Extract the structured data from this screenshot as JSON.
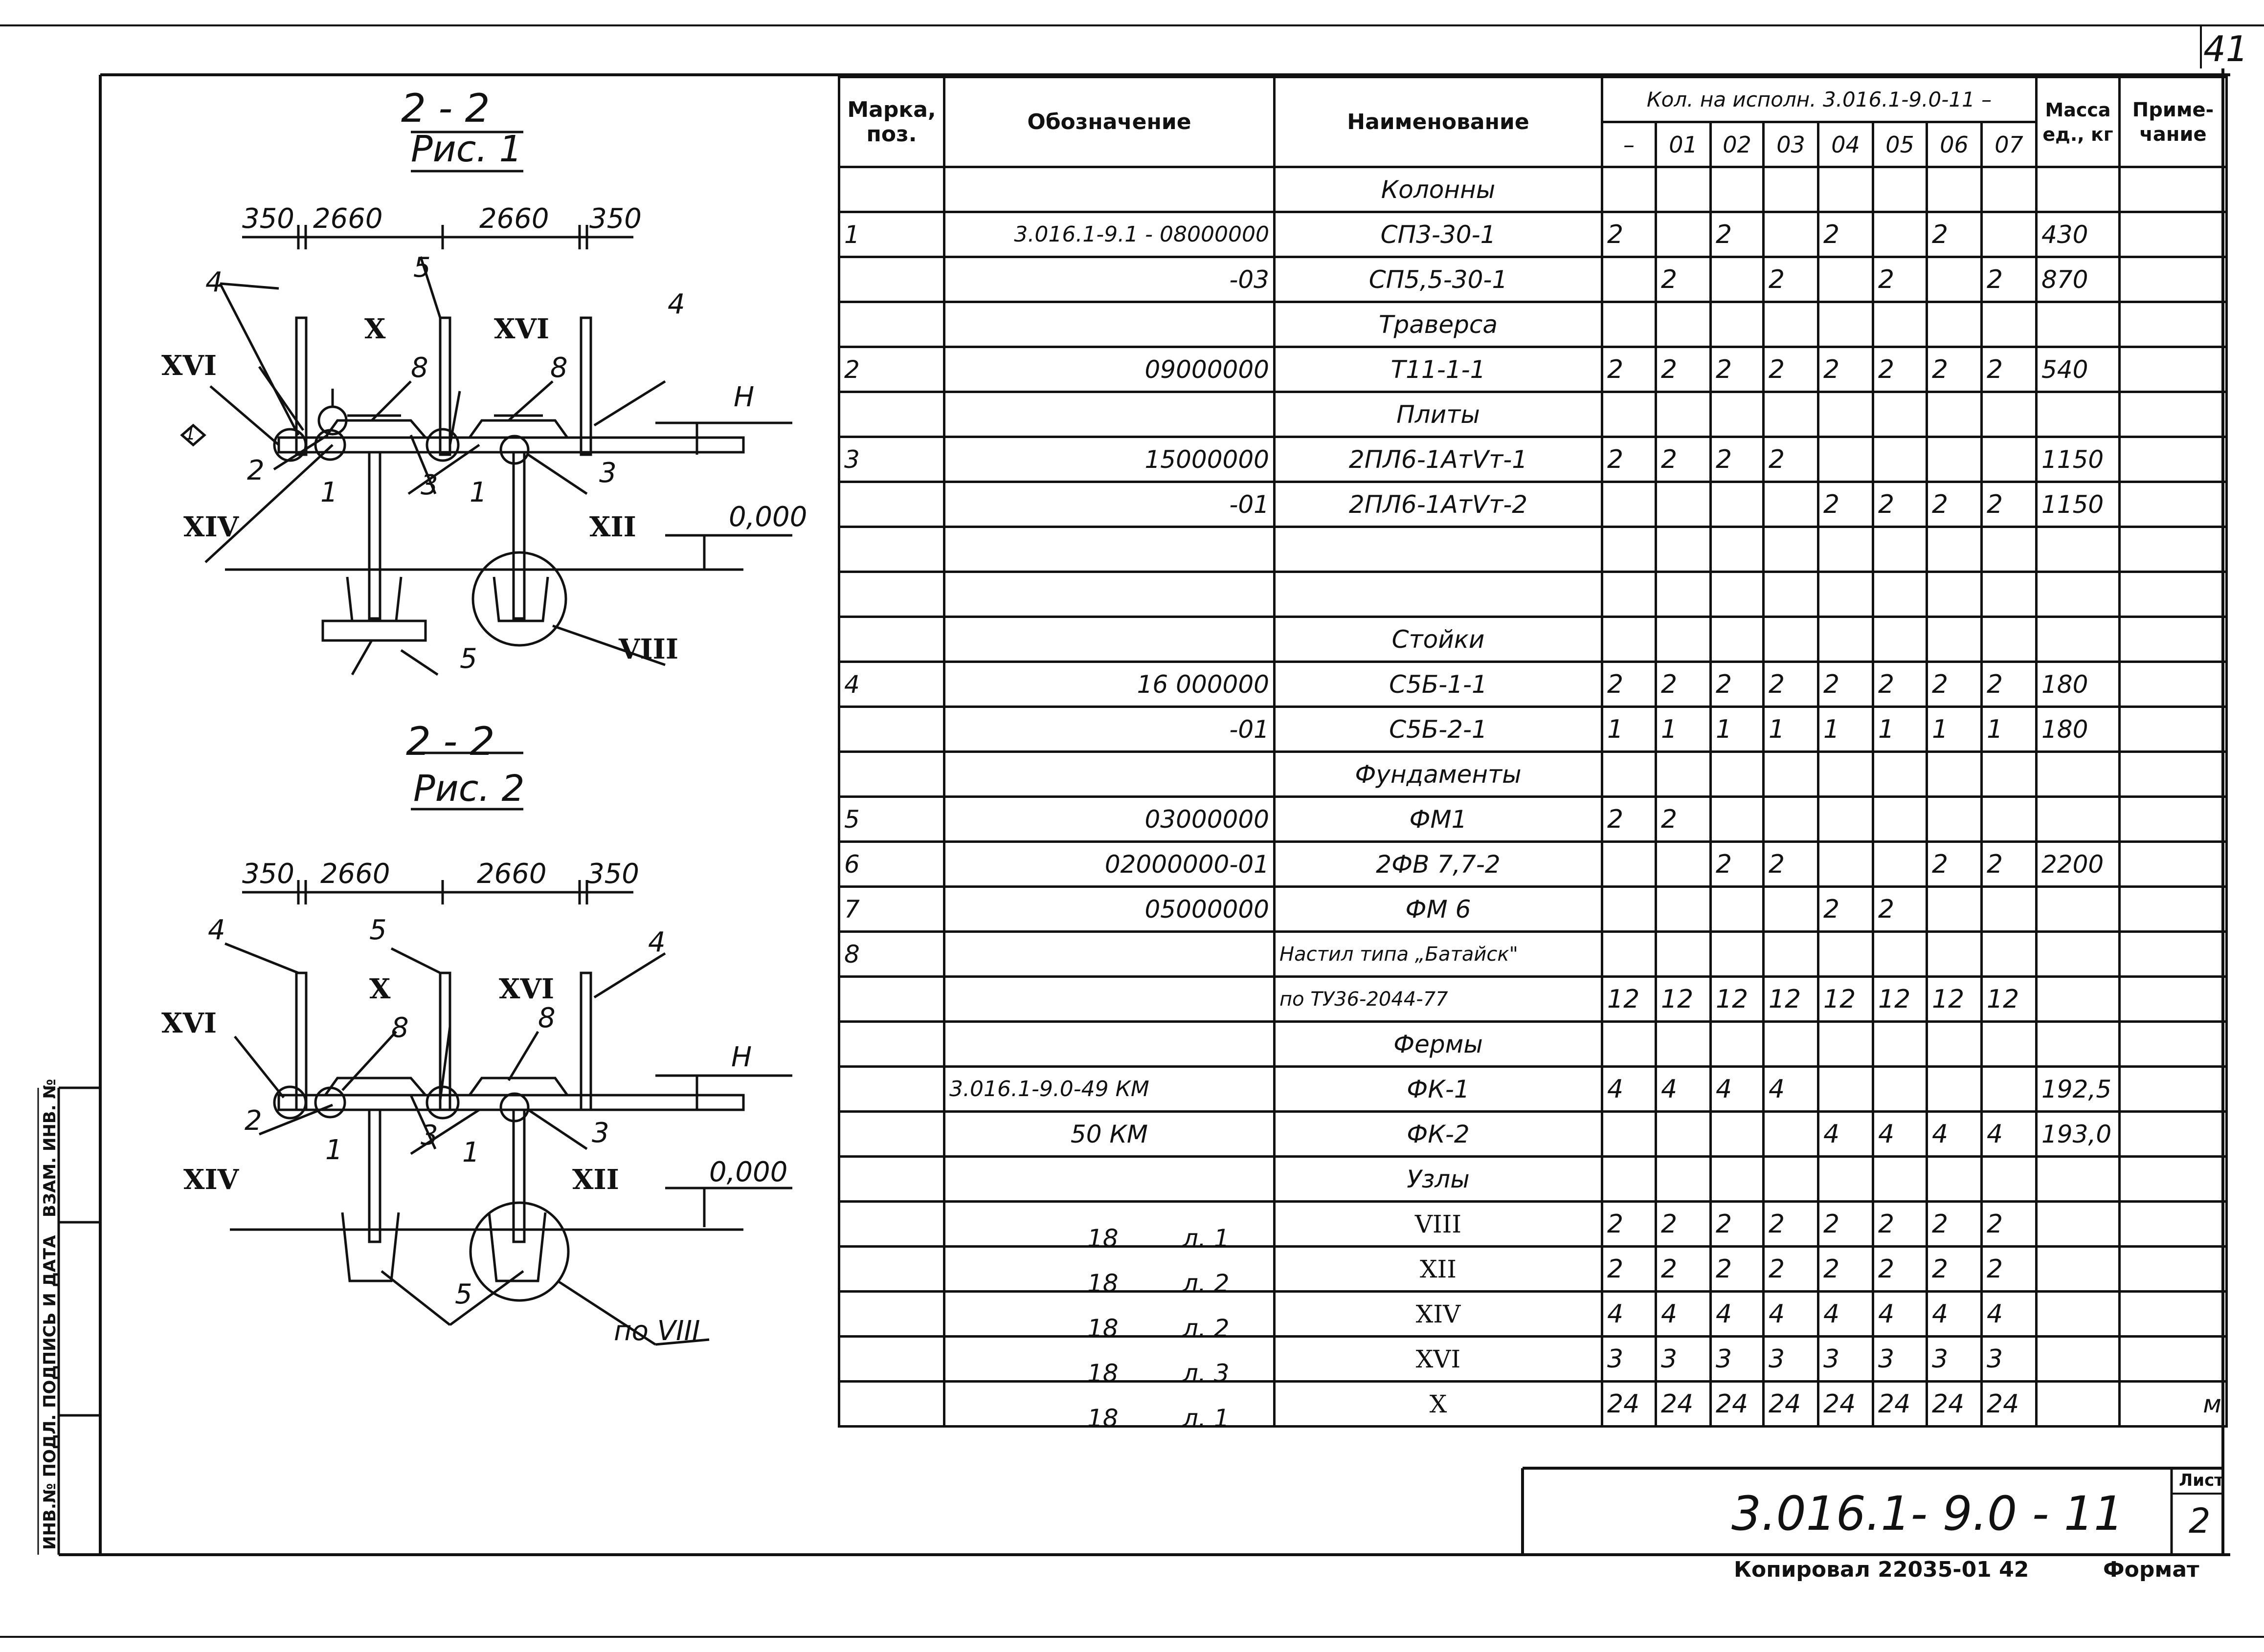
{
  "sheet": {
    "page_number": "41",
    "doc_code": "3.016.1- 9.0 - 11",
    "sheet_label": "Лист",
    "sheet_number": "2",
    "copied_by": "Копировал 22035-01 42",
    "format_label": "Формат"
  },
  "side_stamp": {
    "cell1": "ИНВ.№ ПОДЛ.",
    "cell2": "ПОДПИСЬ И ДАТА",
    "cell3": "ВЗАМ. ИНВ. №"
  },
  "figures": [
    {
      "section": "2 - 2",
      "caption": "Рис. 1",
      "dims": [
        "350",
        "2660",
        "2660",
        "350"
      ],
      "labels": {
        "n4a": "4",
        "n5": "5",
        "n4b": "4",
        "X": "X",
        "XVIa": "XVI",
        "n8a": "8",
        "n8b": "8",
        "XVIb": "XVI",
        "H": "Н",
        "n2": "2",
        "n3a": "3",
        "n3b": "3",
        "XIV": "XIV",
        "n1a": "1",
        "n1b": "1",
        "XII": "XII",
        "zero": "0,000",
        "n5b": "5",
        "VIII": "VIII",
        "diamond": "1"
      }
    },
    {
      "section": "2 - 2",
      "caption": "Рис. 2",
      "dims": [
        "350",
        "2660",
        "2660",
        "350"
      ],
      "labels": {
        "n4a": "4",
        "n5": "5",
        "n4b": "4",
        "X": "X",
        "XVIa": "XVI",
        "n8a": "8",
        "n8b": "8",
        "XVIb": "XVI",
        "H": "Н",
        "n2": "2",
        "n3a": "3",
        "n3b": "3",
        "XIV": "XIV",
        "n1a": "1",
        "n1b": "1",
        "XII": "XII",
        "zero": "0,000",
        "n5b": "5",
        "poVIII": "по VIII"
      }
    }
  ],
  "table": {
    "headers": {
      "mark": "Марка, поз.",
      "designation": "Обозначение",
      "name": "Наименование",
      "qty_group": "Кол. на исполн. 3.016.1-9.0-11 –",
      "variants": [
        "–",
        "01",
        "02",
        "03",
        "04",
        "05",
        "06",
        "07"
      ],
      "mass": "Масса ед., кг",
      "note": "Приме-чание"
    },
    "rows": [
      {
        "mark": "",
        "designation": "",
        "name": "Колонны",
        "q": [
          "",
          "",
          "",
          "",
          "",
          "",
          "",
          ""
        ],
        "mass": "",
        "note": "",
        "section": true
      },
      {
        "mark": "1",
        "designation": "3.016.1-9.1 - 08000000",
        "name": "СП3-30-1",
        "q": [
          "2",
          "",
          "2",
          "",
          "2",
          "",
          "2",
          ""
        ],
        "mass": "430",
        "note": ""
      },
      {
        "mark": "",
        "designation": "-03",
        "name": "СП5,5-30-1",
        "q": [
          "",
          "2",
          "",
          "2",
          "",
          "2",
          "",
          "2"
        ],
        "mass": "870",
        "note": ""
      },
      {
        "mark": "",
        "designation": "",
        "name": "Траверса",
        "q": [
          "",
          "",
          "",
          "",
          "",
          "",
          "",
          ""
        ],
        "mass": "",
        "note": "",
        "section": true
      },
      {
        "mark": "2",
        "designation": "09000000",
        "name": "Т11-1-1",
        "q": [
          "2",
          "2",
          "2",
          "2",
          "2",
          "2",
          "2",
          "2"
        ],
        "mass": "540",
        "note": ""
      },
      {
        "mark": "",
        "designation": "",
        "name": "Плиты",
        "q": [
          "",
          "",
          "",
          "",
          "",
          "",
          "",
          ""
        ],
        "mass": "",
        "note": "",
        "section": true
      },
      {
        "mark": "3",
        "designation": "15000000",
        "name": "2ПЛ6-1АтVт-1",
        "q": [
          "2",
          "2",
          "2",
          "2",
          "",
          "",
          "",
          ""
        ],
        "mass": "1150",
        "note": ""
      },
      {
        "mark": "",
        "designation": "-01",
        "name": "2ПЛ6-1АтVт-2",
        "q": [
          "",
          "",
          "",
          "",
          "2",
          "2",
          "2",
          "2"
        ],
        "mass": "1150",
        "note": ""
      },
      {
        "mark": "",
        "designation": "",
        "name": "",
        "q": [
          "",
          "",
          "",
          "",
          "",
          "",
          "",
          ""
        ],
        "mass": "",
        "note": ""
      },
      {
        "mark": "",
        "designation": "",
        "name": "",
        "q": [
          "",
          "",
          "",
          "",
          "",
          "",
          "",
          ""
        ],
        "mass": "",
        "note": ""
      },
      {
        "mark": "",
        "designation": "",
        "name": "Стойки",
        "q": [
          "",
          "",
          "",
          "",
          "",
          "",
          "",
          ""
        ],
        "mass": "",
        "note": "",
        "section": true
      },
      {
        "mark": "4",
        "designation": "16 000000",
        "name": "С5Б-1-1",
        "q": [
          "2",
          "2",
          "2",
          "2",
          "2",
          "2",
          "2",
          "2"
        ],
        "mass": "180",
        "note": ""
      },
      {
        "mark": "",
        "designation": "-01",
        "name": "С5Б-2-1",
        "q": [
          "1",
          "1",
          "1",
          "1",
          "1",
          "1",
          "1",
          "1"
        ],
        "mass": "180",
        "note": ""
      },
      {
        "mark": "",
        "designation": "",
        "name": "Фундаменты",
        "q": [
          "",
          "",
          "",
          "",
          "",
          "",
          "",
          ""
        ],
        "mass": "",
        "note": "",
        "section": true
      },
      {
        "mark": "5",
        "designation": "03000000",
        "name": "ФМ1",
        "q": [
          "2",
          "2",
          "",
          "",
          "",
          "",
          "",
          ""
        ],
        "mass": "",
        "note": ""
      },
      {
        "mark": "6",
        "designation": "02000000-01",
        "name": "2ФВ 7,7-2",
        "q": [
          "",
          "",
          "2",
          "2",
          "",
          "",
          "2",
          "2"
        ],
        "mass": "2200",
        "note": ""
      },
      {
        "mark": "7",
        "designation": "05000000",
        "name": "ФМ 6",
        "q": [
          "",
          "",
          "",
          "",
          "2",
          "2",
          "",
          ""
        ],
        "mass": "",
        "note": ""
      },
      {
        "mark": "8",
        "designation": "",
        "name": "Настил типа „Батайск\"",
        "q": [
          "",
          "",
          "",
          "",
          "",
          "",
          "",
          ""
        ],
        "mass": "",
        "note": "",
        "small": true
      },
      {
        "mark": "",
        "designation": "",
        "name": "по ТУ36-2044-77",
        "q": [
          "12",
          "12",
          "12",
          "12",
          "12",
          "12",
          "12",
          "12"
        ],
        "mass": "",
        "note": "",
        "small": true
      },
      {
        "mark": "",
        "designation": "",
        "name": "Фермы",
        "q": [
          "",
          "",
          "",
          "",
          "",
          "",
          "",
          ""
        ],
        "mass": "",
        "note": "",
        "section": true
      },
      {
        "mark": "",
        "designation": "3.016.1-9.0-49 КМ",
        "name": "ФК-1",
        "q": [
          "4",
          "4",
          "4",
          "4",
          "",
          "",
          "",
          ""
        ],
        "mass": "192,5",
        "note": "",
        "left": true
      },
      {
        "mark": "",
        "designation": "50 КМ",
        "name": "ФК-2",
        "q": [
          "",
          "",
          "",
          "",
          "4",
          "4",
          "4",
          "4"
        ],
        "mass": "193,0",
        "note": "",
        "mid": true
      },
      {
        "mark": "",
        "designation": "",
        "name": "Узлы",
        "q": [
          "",
          "",
          "",
          "",
          "",
          "",
          "",
          ""
        ],
        "mass": "",
        "note": "",
        "section": true
      },
      {
        "mark": "",
        "designation": "18",
        "sheet": "л. 1",
        "name": "VIII",
        "q": [
          "2",
          "2",
          "2",
          "2",
          "2",
          "2",
          "2",
          "2"
        ],
        "mass": "",
        "note": "",
        "roman": true
      },
      {
        "mark": "",
        "designation": "18",
        "sheet": "л. 2",
        "name": "XII",
        "q": [
          "2",
          "2",
          "2",
          "2",
          "2",
          "2",
          "2",
          "2"
        ],
        "mass": "",
        "note": "",
        "roman": true
      },
      {
        "mark": "",
        "designation": "18",
        "sheet": "л. 2",
        "name": "XIV",
        "q": [
          "4",
          "4",
          "4",
          "4",
          "4",
          "4",
          "4",
          "4"
        ],
        "mass": "",
        "note": "",
        "roman": true
      },
      {
        "mark": "",
        "designation": "18",
        "sheet": "л. 3",
        "name": "XVI",
        "q": [
          "3",
          "3",
          "3",
          "3",
          "3",
          "3",
          "3",
          "3"
        ],
        "mass": "",
        "note": "",
        "roman": true
      },
      {
        "mark": "",
        "designation": "18",
        "sheet": "л. 1",
        "name": "X",
        "q": [
          "24",
          "24",
          "24",
          "24",
          "24",
          "24",
          "24",
          "24"
        ],
        "mass": "",
        "note": "м",
        "roman": true
      }
    ]
  }
}
